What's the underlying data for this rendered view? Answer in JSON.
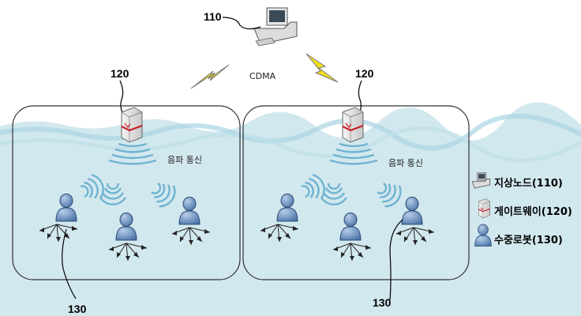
{
  "labels": {
    "ground_ref": "110",
    "gateway_ref_left": "120",
    "gateway_ref_right": "120",
    "robot_ref_left": "130",
    "robot_ref_right": "130",
    "link": "CDMA",
    "acoustic_left": "음파 통신",
    "acoustic_right": "음파 통신"
  },
  "legend": [
    {
      "icon": "computer-icon",
      "label": "지상노드(110)"
    },
    {
      "icon": "gateway-icon",
      "label": "게이트웨이(120)"
    },
    {
      "icon": "robot-icon",
      "label": "수중로봇(130)"
    }
  ],
  "colors": {
    "water": "#d2e8ef",
    "wave": "#a9d4e2",
    "signal": "#6fb3cf",
    "robot": "#5a84b8",
    "lightning": "#f2e01b",
    "gateway_band": "#c8202a"
  }
}
